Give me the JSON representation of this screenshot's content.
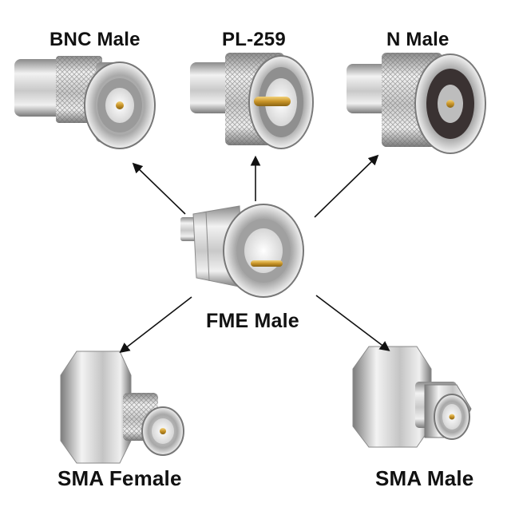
{
  "labels": {
    "bnc_male": "BNC Male",
    "pl_259": "PL-259",
    "n_male": "N Male",
    "fme_male": "FME Male",
    "sma_female": "SMA Female",
    "sma_male": "SMA Male"
  },
  "colors": {
    "background": "#ffffff",
    "text": "#111111",
    "metal_light": "#eeeeee",
    "metal_mid": "#b9b9b9",
    "metal_dark": "#6f6f6f",
    "gold_pin": "#d9a93a",
    "insulator": "#f4f4f4",
    "arrow": "#111111"
  }
}
